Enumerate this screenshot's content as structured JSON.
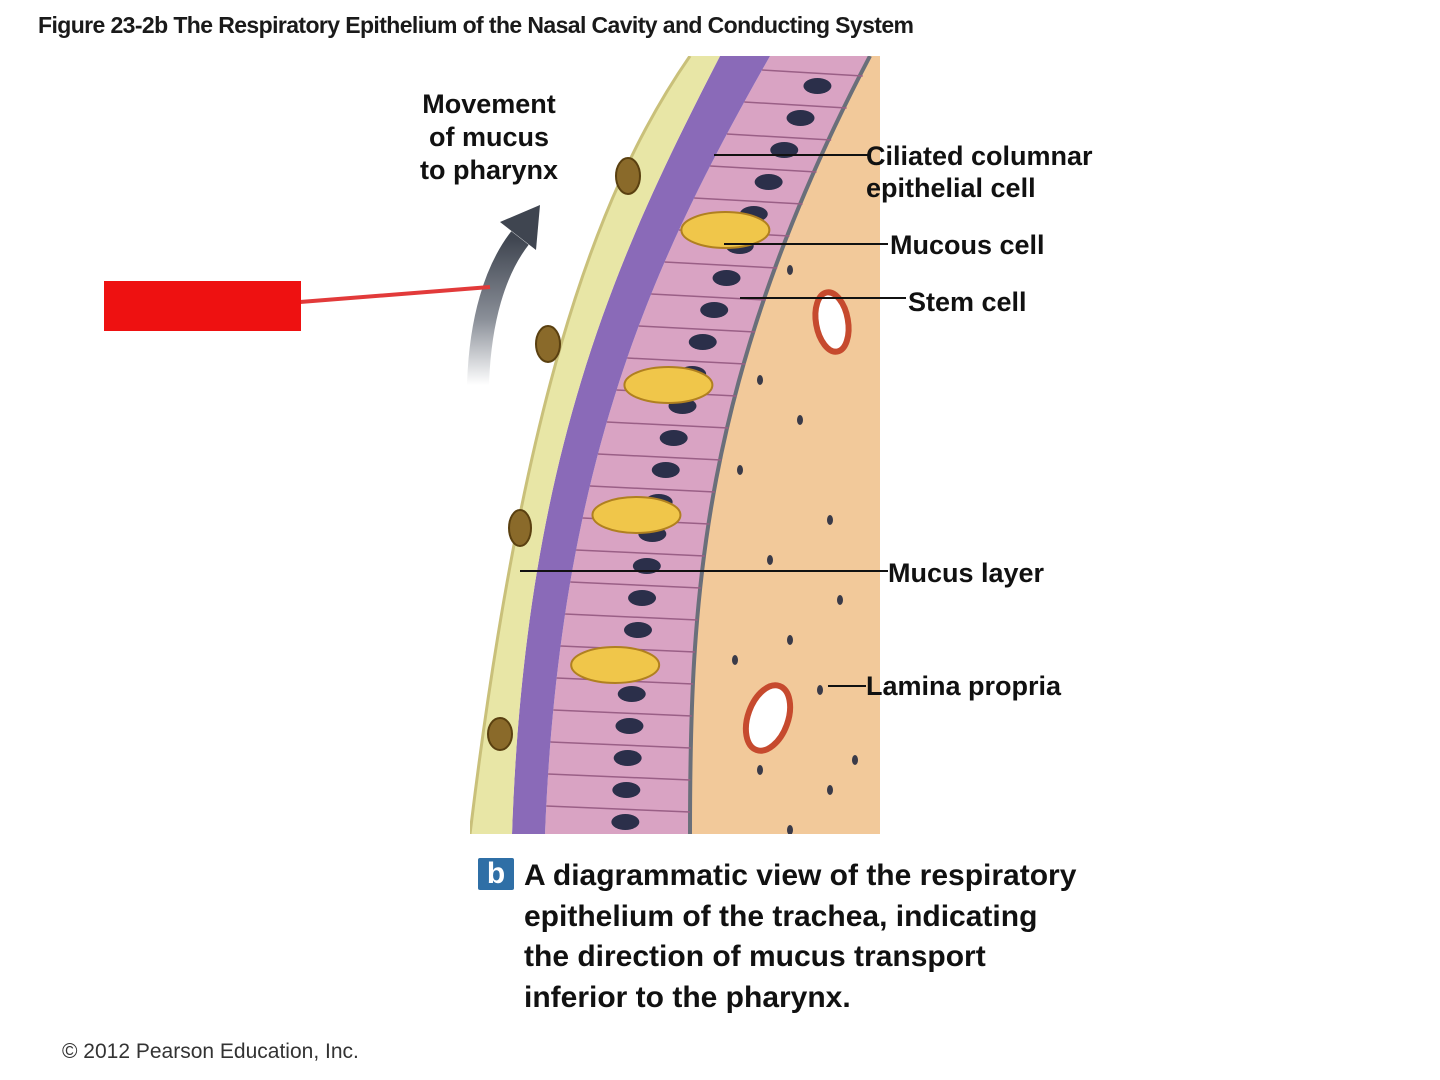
{
  "figure": {
    "title": "Figure 23-2b  The Respiratory Epithelium of the Nasal Cavity and Conducting System"
  },
  "labels": {
    "movement": [
      "Movement",
      "of mucus",
      "to pharynx"
    ],
    "ciliated": [
      "Ciliated columnar",
      "epithelial cell"
    ],
    "mucous_cell": "Mucous cell",
    "stem_cell": "Stem cell",
    "mucus_layer": "Mucus layer",
    "lamina_propria": "Lamina propria"
  },
  "caption": {
    "badge": "b",
    "text": "A diagrammatic view of the respiratory epithelium of the trachea, indicating the direction of mucus transport inferior to the pharynx."
  },
  "copyright": "© 2012 Pearson Education, Inc.",
  "colors": {
    "mucus": "#e8e6a6",
    "cilia": "#8a6ab8",
    "cell": "#d9a3c3",
    "lamina": "#f2c99a",
    "nucleus": "#2b2f4a",
    "goblet": "#f0c64a",
    "vessel": "#c64a2e",
    "redbox": "#ee1111"
  }
}
